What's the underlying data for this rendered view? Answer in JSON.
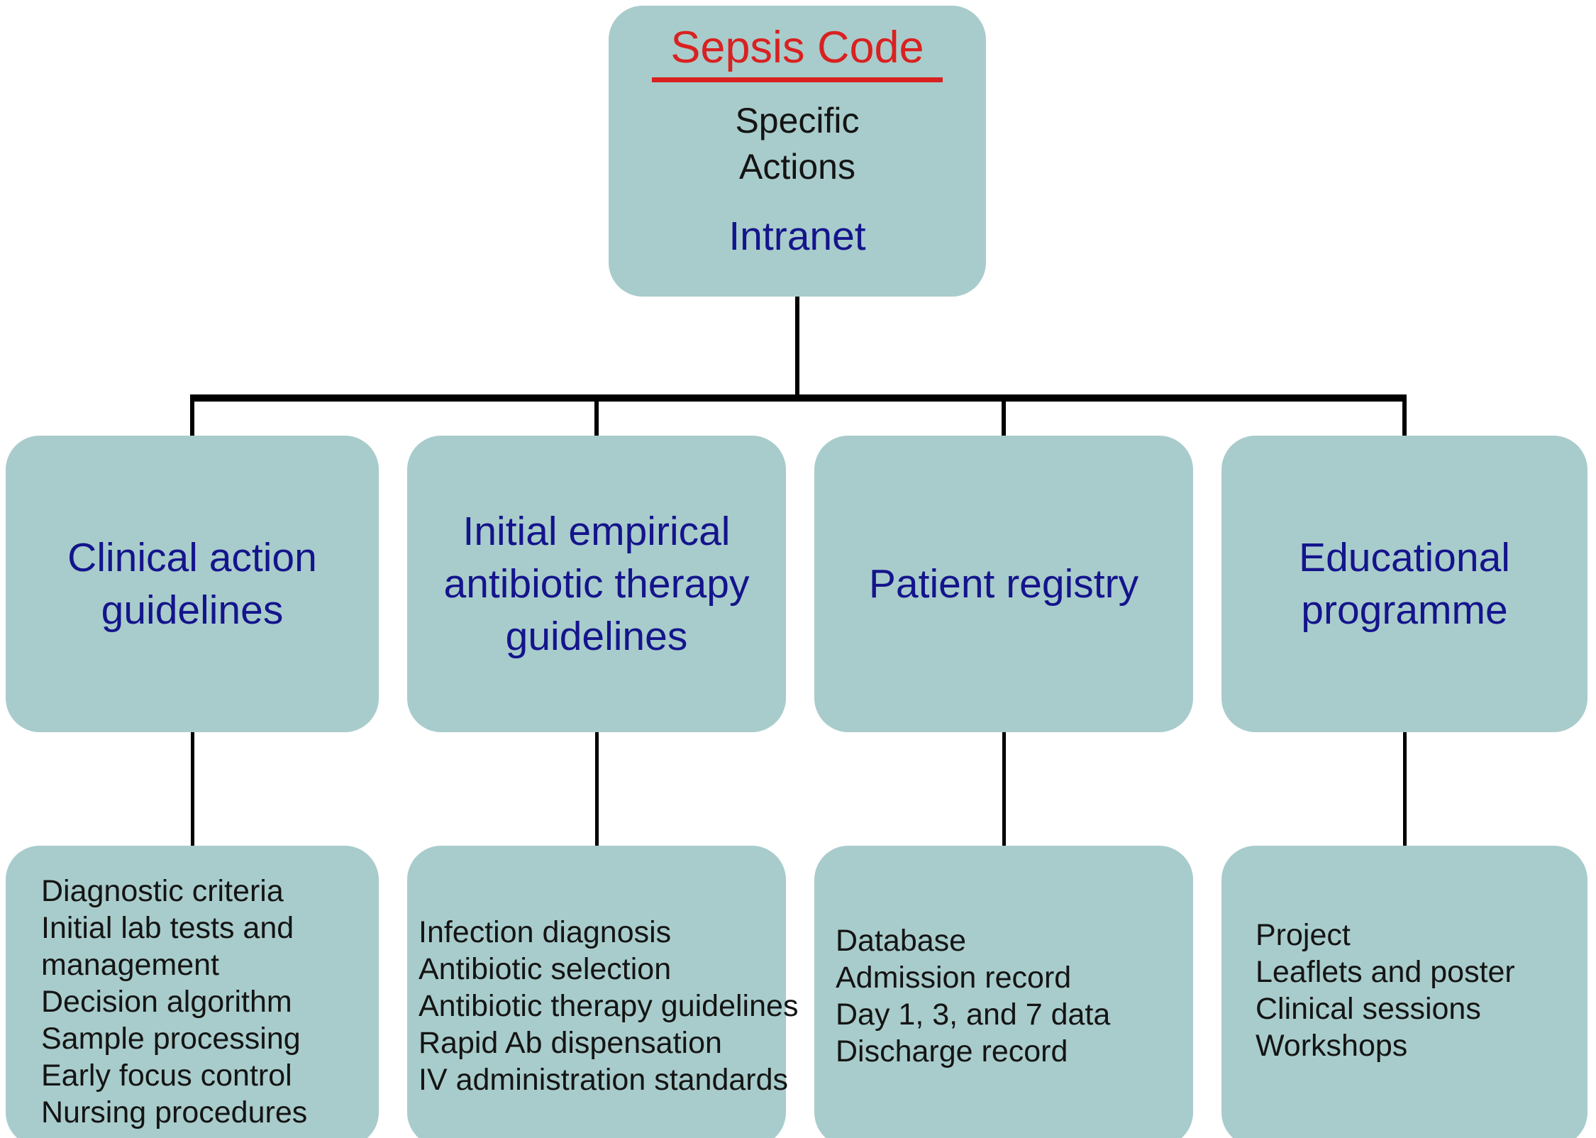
{
  "colors": {
    "box_fill": "#a8cccb",
    "root_title_red": "#d92121",
    "heading_navy": "#14148c",
    "body_text": "#141414",
    "connector_black": "#000000"
  },
  "root": {
    "title": "Sepsis Code",
    "subtitle_lines": [
      "Specific",
      "Actions"
    ],
    "link_label": "Intranet"
  },
  "branches": [
    {
      "title": "Clinical action guidelines",
      "lines": [
        "Diagnostic criteria",
        "Initial lab tests and",
        "management",
        "Decision algorithm",
        "Sample processing",
        "Early focus control",
        "Nursing procedures"
      ]
    },
    {
      "title": "Initial empirical antibiotic therapy guidelines",
      "lines": [
        "Infection diagnosis",
        "Antibiotic selection",
        "Antibiotic therapy guidelines",
        "Rapid Ab dispensation",
        "IV administration standards"
      ]
    },
    {
      "title": "Patient registry",
      "lines": [
        "Database",
        "Admission record",
        "Day 1, 3, and 7 data",
        "Discharge record"
      ]
    },
    {
      "title": "Educational programme",
      "lines": [
        "Project",
        "Leaflets and poster",
        "Clinical sessions",
        "Workshops"
      ]
    }
  ]
}
